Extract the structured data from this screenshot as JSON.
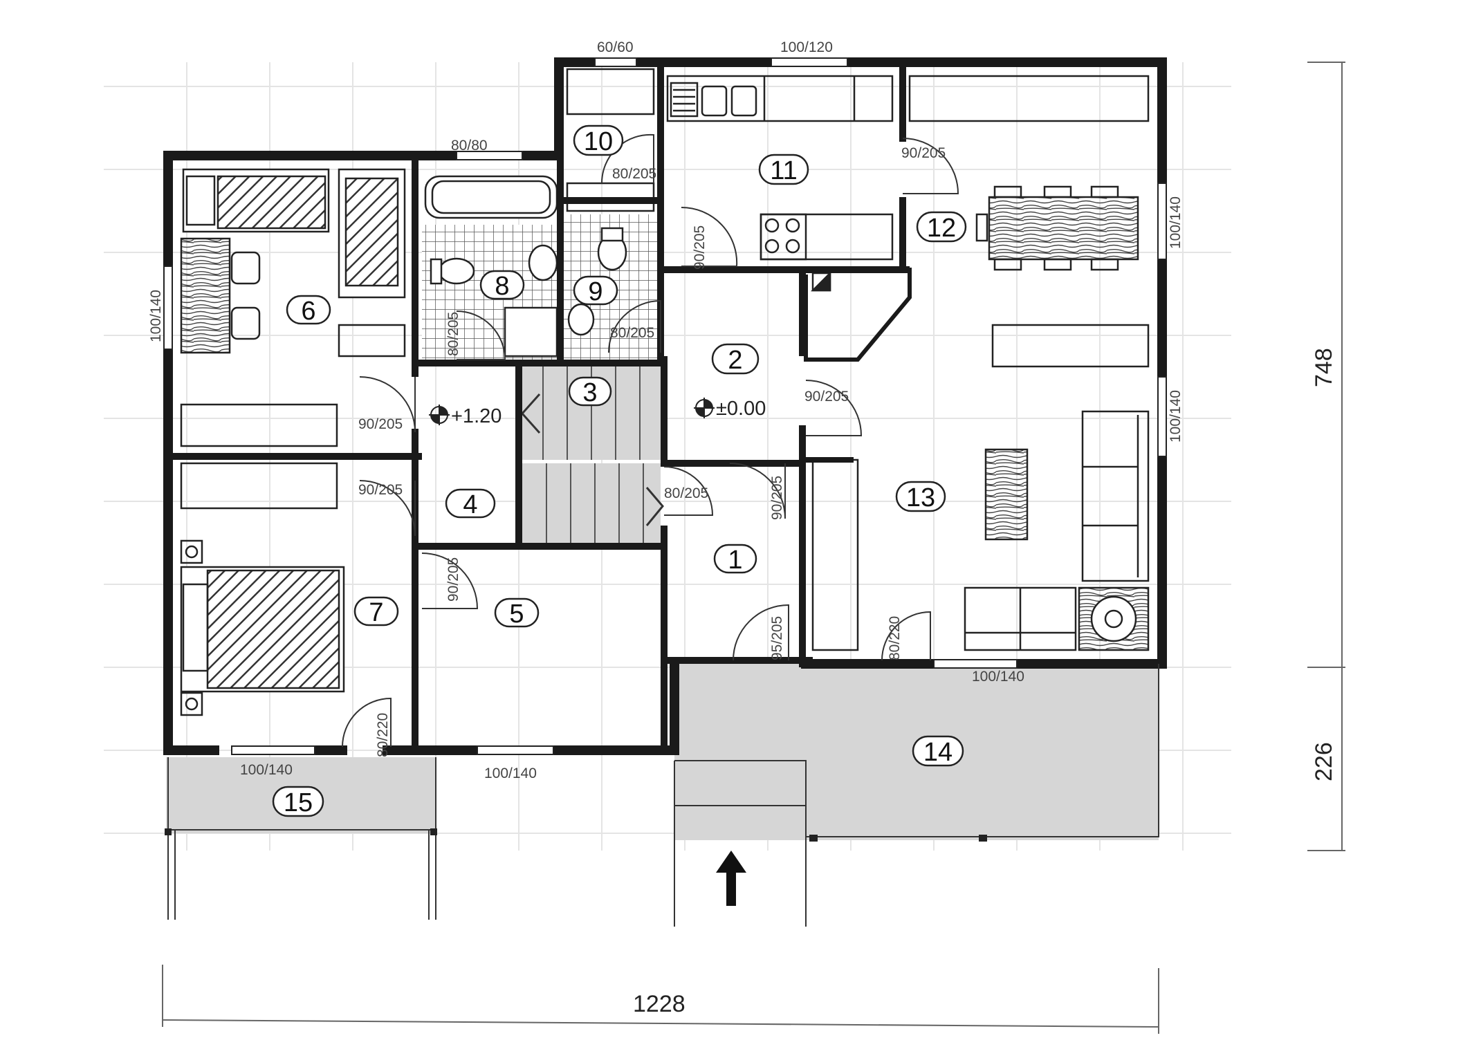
{
  "rooms": [
    "1",
    "2",
    "3",
    "4",
    "5",
    "6",
    "7",
    "8",
    "9",
    "10",
    "11",
    "12",
    "13",
    "14",
    "15"
  ],
  "openings": {
    "w_60_60": "60/60",
    "w_100_120": "100/120",
    "w_80_80": "80/80",
    "w_100_140_6": "100/140",
    "w_100_140_12": "100/140",
    "w_100_140_13": "100/140",
    "w_100_140_14": "100/140",
    "w_100_140_15": "100/140",
    "w_100_140_5": "100/140",
    "d_80_205_10": "80/205",
    "d_90_205_11": "90/205",
    "d_90_205_12": "90/205",
    "d_80_205_8": "80/205",
    "d_80_205_9": "80/205",
    "d_90_205_6": "90/205",
    "d_90_205_7": "90/205",
    "d_90_205_13": "90/205",
    "d_80_205_1": "80/205",
    "d_90_205_1": "90/205",
    "d_90_205_5": "90/205",
    "d_95_205": "95/205",
    "d_80_220_13": "80/220",
    "d_80_220_7": "80/220"
  },
  "levels": {
    "upper": "+1.20",
    "ground": "±0.00"
  },
  "dimensions": {
    "width": "1228",
    "depth_house": "748",
    "depth_terrace": "226"
  }
}
